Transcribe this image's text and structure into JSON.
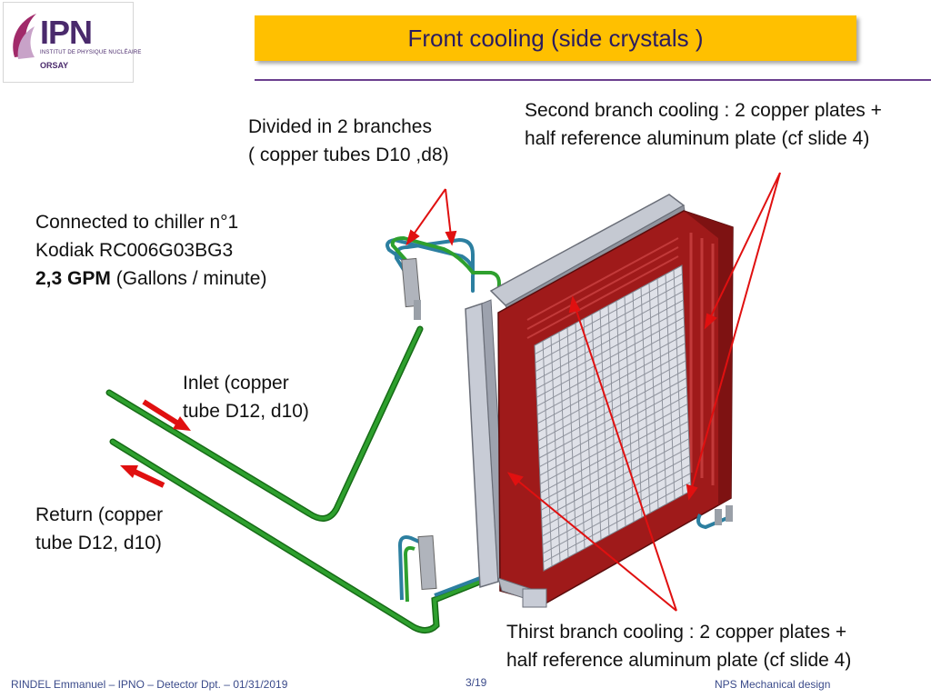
{
  "slide": {
    "title": "Front cooling (side crystals )"
  },
  "logo": {
    "name": "IPN",
    "subtitle": "INSTITUT DE PHYSIQUE NUCLÉAIRE",
    "city": "ORSAY"
  },
  "notes": {
    "branches": [
      "Divided in 2 branches",
      "( copper tubes D10 ,d8)"
    ],
    "second_branch": [
      "Second branch cooling : 2 copper plates +",
      "half reference aluminum plate (cf slide 4)"
    ],
    "chiller": {
      "line1": "Connected to chiller n°1",
      "line2": "Kodiak RC006G03BG3",
      "flow_bold": "2,3 GPM",
      "flow_rest": " (Gallons / minute)"
    },
    "inlet": [
      "Inlet (copper",
      "tube D12, d10)"
    ],
    "return": [
      "Return (copper",
      "tube D12, d10)"
    ],
    "third_branch": [
      "Thirst branch cooling : 2 copper plates +",
      "half reference aluminum plate (cf slide 4)"
    ]
  },
  "footer": {
    "author": "RINDEL Emmanuel – IPNO – Detector Dpt. – 01/31/2019",
    "page": "3/19",
    "project": "NPS Mechanical design"
  },
  "colors": {
    "title_bg": "#ffc000",
    "title_text": "#2a1c60",
    "accent_rule": "#6b3f8e",
    "arrow_red": "#e01010",
    "tube_green": "#1f8a1f",
    "tube_blue": "#2c7fa0",
    "copper_plate": "#a11818",
    "footer_text": "#3a4a8a"
  }
}
